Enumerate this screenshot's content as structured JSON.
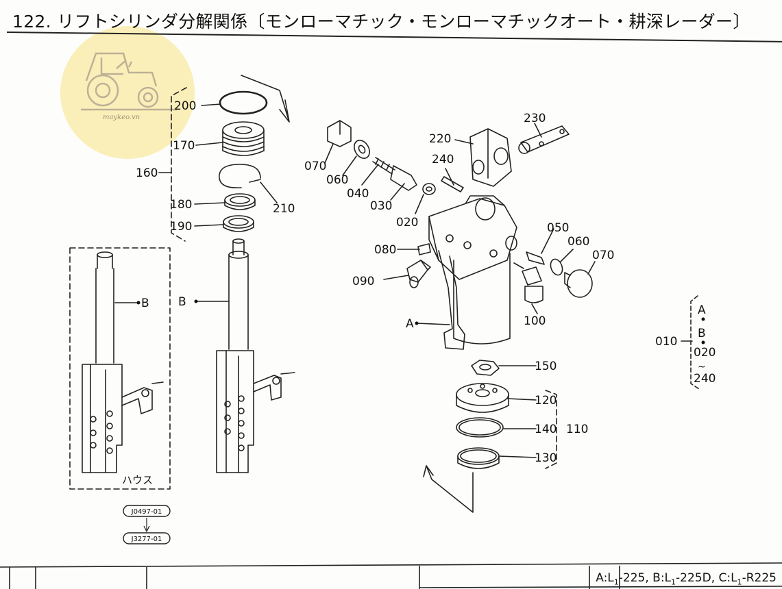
{
  "title": "122. リフトシリンダ分解関係〔モンローマチック・モンローマチックオート・耕深レーダー〕",
  "logo": {
    "text": "maykeo.vn",
    "icon": "tractor-icon"
  },
  "parts": {
    "p200": "200",
    "p170": "170",
    "p160": "160",
    "p210": "210",
    "p180": "180",
    "p190": "190",
    "p070a": "070",
    "p060a": "060",
    "p040": "040",
    "p030": "030",
    "p020": "020",
    "p220": "220",
    "p230": "230",
    "p240": "240",
    "p050": "050",
    "p060b": "060",
    "p070b": "070",
    "p080": "080",
    "p090": "090",
    "p100": "100",
    "p150": "150",
    "p120": "120",
    "p140": "140",
    "p110": "110",
    "p130": "130",
    "p010": "010"
  },
  "markers": {
    "a_left": "A",
    "b_left": "B",
    "b_mid": "B"
  },
  "legend_010": {
    "a": "A",
    "b": "B",
    "from": "020",
    "tilde": "~",
    "to": "240"
  },
  "house_label": "ハウス",
  "refs": {
    "ref1": "J0497-01",
    "ref2": "J3277-01"
  },
  "footer": {
    "a": "A:L",
    "a_sub": "1",
    "a_rest": "-225,  B:L",
    "b_sub": "1",
    "b_rest": "-225D,  C:L",
    "c_sub": "1",
    "c_rest": "-R225"
  },
  "colors": {
    "logo_bg": "#fbeeb2",
    "line": "#222222",
    "paper": "#fdfdfb"
  }
}
